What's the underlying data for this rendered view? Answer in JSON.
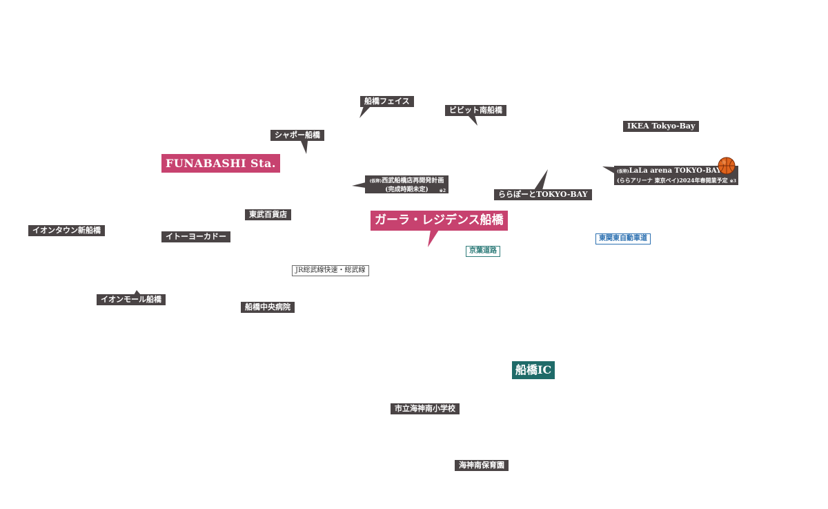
{
  "colors": {
    "dark_label": "#4a4445",
    "accent_pink": "#c7426f",
    "teal": "#1f6b69",
    "road_teal": "#2f7c7a",
    "road_blue": "#2b6fb0"
  },
  "labels": {
    "funabashi_face": "船橋フェイス",
    "vivit": "ビビット南船橋",
    "ikea": "IKEA Tokyo-Bay",
    "shapo": "シャポー船橋",
    "funabashi_sta": "FUNABASHI Sta.",
    "seibu_prefix": "(仮称)",
    "seibu_line1": "西武船橋店再開発計画",
    "seibu_line2": "(完成時期未定)",
    "seibu_note": "※2",
    "lala_arena_prefix": "(仮称)",
    "lala_arena_line1": "LaLa arena TOKYO-BAY",
    "lala_arena_line2": "(ららアリーナ 東京ベイ)2024年春開業予定",
    "lala_arena_note": "※3",
    "lalaport": "ららぽーとTOKYO-BAY",
    "tobu": "東武百貨店",
    "gala_residence": "ガーラ・レジデンス船橋",
    "aeon_town": "イオンタウン新船橋",
    "itoyokado": "イトーヨーカドー",
    "keiyo_road": "京葉道路",
    "higashikanto": "東関東自動車道",
    "jr_line": "JR総武線快速・総武線",
    "aeon_mall": "イオンモール船橋",
    "central_hospital": "船橋中央病院",
    "funabashi_ic": "船橋IC",
    "elementary_school": "市立海神南小学校",
    "nursery": "海神南保育園"
  },
  "icons": {
    "basketball": "basketball-icon"
  }
}
